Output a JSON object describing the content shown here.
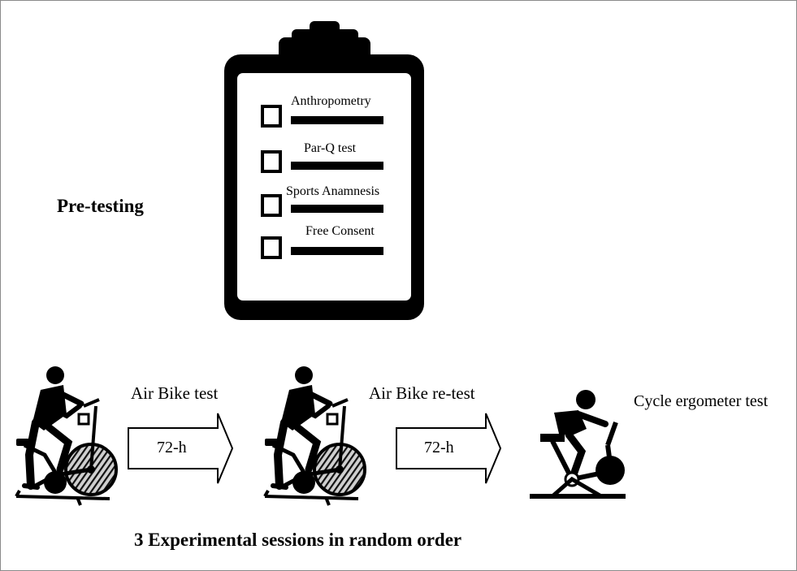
{
  "pretesting": {
    "title": "Pre-testing"
  },
  "checklist": {
    "items": [
      {
        "label": "Anthropometry"
      },
      {
        "label": "Par-Q test"
      },
      {
        "label": "Sports Anamnesis"
      },
      {
        "label": "Free Consent"
      }
    ]
  },
  "steps": {
    "air_bike_test": "Air Bike test",
    "air_bike_retest": "Air Bike re-test",
    "cycle_ergometer_test": "Cycle ergometer test"
  },
  "intervals": {
    "first": "72-h",
    "second": "72-h"
  },
  "footer": {
    "caption": "3 Experimental sessions in random order"
  }
}
